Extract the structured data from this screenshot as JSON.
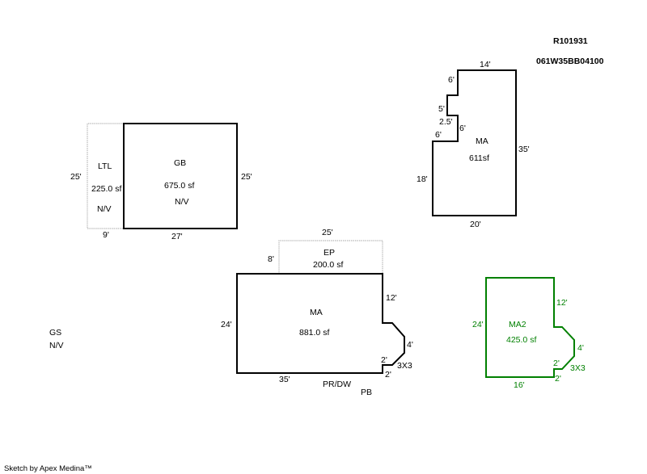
{
  "header": {
    "parcel_id": "R101931",
    "map_tax_lot": "061W35BB04100"
  },
  "footer": {
    "credit": "Sketch by Apex Medina™"
  },
  "colors": {
    "primary_stroke": "#000000",
    "secondary_stroke": "#008000",
    "dotted_stroke": "#b8b8b8"
  },
  "areas": {
    "ma_top": {
      "name": "MA",
      "area": "611sf",
      "dims": {
        "top": "14'",
        "step1": "6'",
        "notch": "5'",
        "notch_depth": "2.5'",
        "step2": "6'",
        "ledge": "6'",
        "left": "18'",
        "right": "35'",
        "bottom": "20'"
      }
    },
    "ltl": {
      "name": "LTL",
      "area": "225.0 sf",
      "note": "N/V",
      "dims": {
        "left": "25'",
        "bottom": "9'"
      }
    },
    "gb": {
      "name": "GB",
      "area": "675.0 sf",
      "note": "N/V",
      "dims": {
        "right": "25'",
        "bottom": "27'"
      }
    },
    "ep": {
      "name": "EP",
      "area": "200.0 sf",
      "dims": {
        "top": "25'",
        "left": "8'"
      }
    },
    "ma_main": {
      "name": "MA",
      "area": "881.0 sf",
      "dims": {
        "left": "24'",
        "right_upper": "12'",
        "bay": "4'",
        "bay_step": "2'",
        "bay_size": "3X3",
        "bottom_step": "2'",
        "bottom": "35'"
      }
    },
    "ma2": {
      "name": "MA2",
      "area": "425.0 sf",
      "dims": {
        "left": "24'",
        "right_upper": "12'",
        "bay": "4'",
        "bay_step": "2'",
        "bay_size": "3X3",
        "bottom_step": "2'",
        "bottom": "16'"
      }
    },
    "gs": {
      "name": "GS",
      "note": "N/V"
    },
    "misc": {
      "pr_dw": "PR/DW",
      "pb": "PB"
    }
  }
}
